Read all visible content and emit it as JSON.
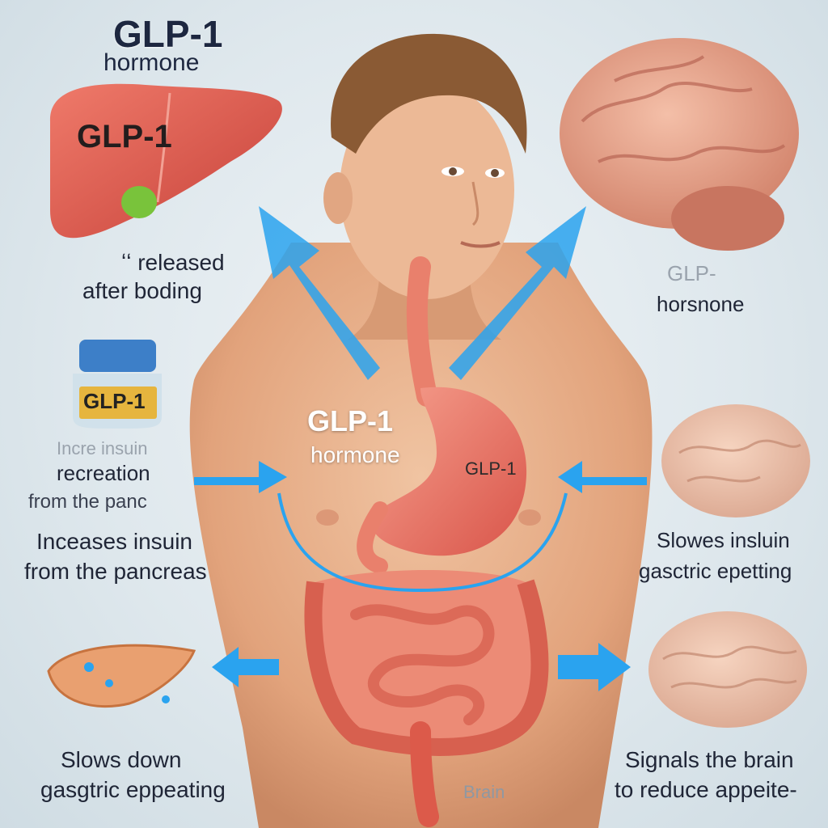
{
  "title": {
    "main": "GLP-1",
    "sub": "hormone"
  },
  "liver": {
    "badge": "GLP-1"
  },
  "top_left": {
    "line1": "ʻʻ released",
    "line2": "after  boding"
  },
  "top_right": {
    "line1": "GLP-",
    "line2": "horsnone"
  },
  "jar": {
    "label": "GLP-1"
  },
  "mid_left_faded": {
    "line1": "Incre insuin",
    "line2": "recreation",
    "line3": "from the panc"
  },
  "mid_left": {
    "line1": "Inceases insuin",
    "line2": "from the pancreas"
  },
  "chest": {
    "line1": "GLP-1",
    "line2": "hormone"
  },
  "stomach": {
    "label": "GLP-1"
  },
  "mid_right": {
    "line1": "Slowes insluin",
    "line2": "gasctric epetting"
  },
  "bottom_left": {
    "line1": "Slows down",
    "line2": "gasgtric eppeating"
  },
  "bottom_right": {
    "line1": "Signals the brain",
    "line2": "to reduce appeite-"
  },
  "bottom_center": {
    "label": "Brain"
  },
  "colors": {
    "arrow": "#2aa3ef",
    "skin": "#e8b08a",
    "organ": "#e9735f",
    "brain": "#e7a48d",
    "liver": "#e2564a",
    "gallbladder": "#7cc63a",
    "jar_lid": "#3d7fc8",
    "jar_fill": "#e6b53e"
  },
  "icons": [
    "liver-illustration",
    "brain-illustration",
    "jar-illustration",
    "pancreas-illustration",
    "stomach-illustration",
    "intestines-illustration"
  ]
}
